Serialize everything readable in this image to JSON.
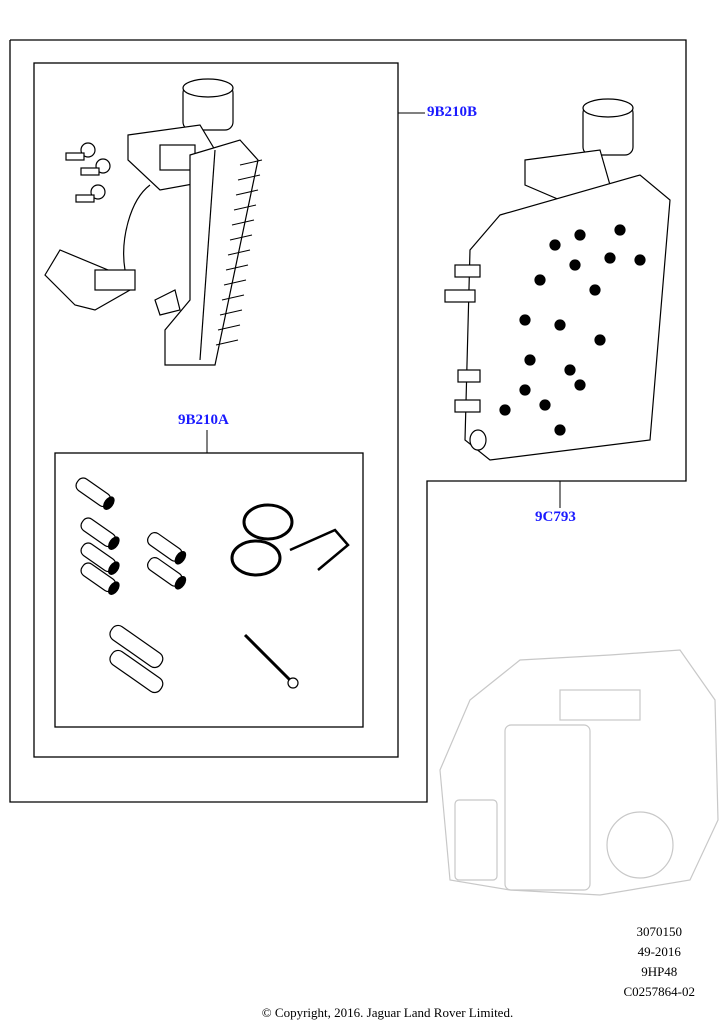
{
  "callouts": {
    "kit_9b210b": "9B210B",
    "kit_9b210a": "9B210A",
    "valve_body_9c793": "9C793"
  },
  "meta": {
    "illustration_number": "3070150",
    "date_code": "49-2016",
    "transmission": "9HP48",
    "drawing_code": "C0257864-02"
  },
  "copyright": "© Copyright, 2016. Jaguar Land Rover Limited.",
  "colors": {
    "callout": "#1a1aff",
    "line": "#000000",
    "ghost": "#c8c8c8"
  }
}
